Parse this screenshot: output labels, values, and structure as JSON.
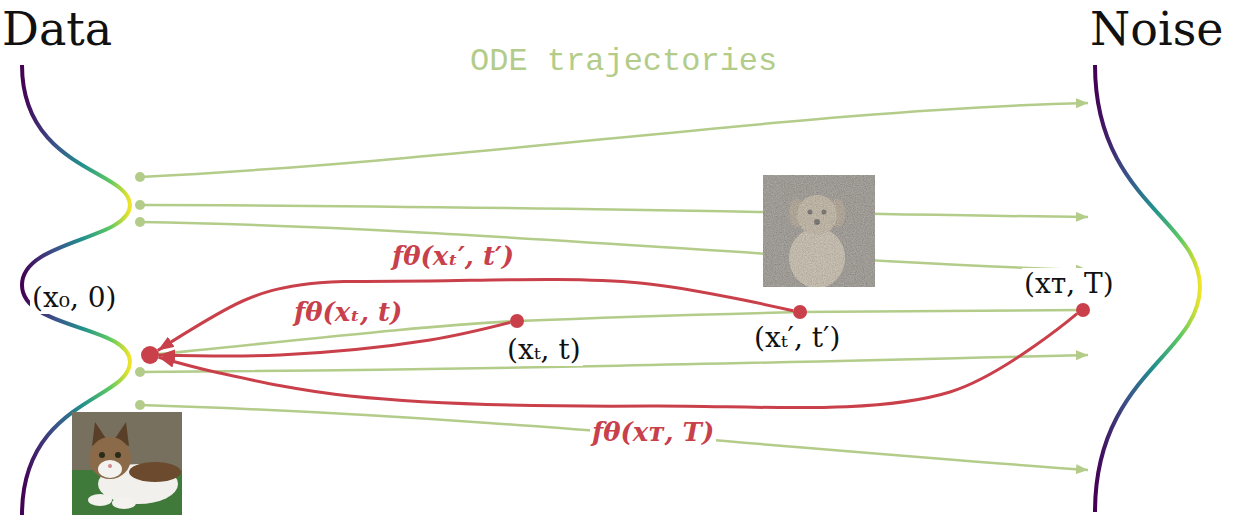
{
  "diagram": {
    "nodes": [
      {
        "text": [
          "(x₀, 0)"
        ]
      },
      {
        "text": [
          "(xₜ, t)"
        ]
      },
      {
        "text": [
          "(xₜ′, t′)"
        ]
      },
      {
        "text": [
          "(xᴛ, T)"
        ]
      }
    ],
    "edges": [
      {
        "from": 2,
        "to": 0,
        "arrow": "to",
        "label": "fθ(xₜ′, t′)"
      },
      {
        "from": 1,
        "to": 0,
        "arrow": "to",
        "label": "fθ(xₜ, t)"
      },
      {
        "from": 3,
        "to": 0,
        "arrow": "to",
        "label": "fθ(xᴛ, T)"
      }
    ],
    "labels": [
      "Data",
      "Noise",
      "ODE trajectories"
    ]
  }
}
